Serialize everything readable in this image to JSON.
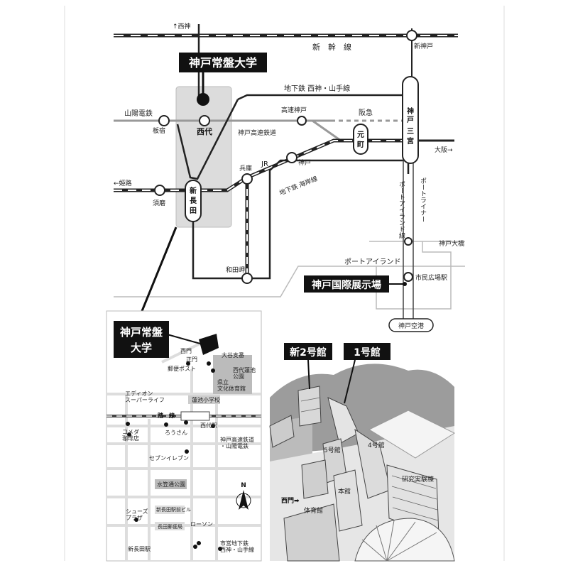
{
  "route_map": {
    "title_main": "神戸常盤大学",
    "title_expo": "神戸国際展示場",
    "stations": {
      "nishiyon_top": "↑西神",
      "shinkobe": "新神戸",
      "itayado": "板宿",
      "nishidai": "西代",
      "kosoku_kobe": "高速神戸",
      "sannomiya": "神戸三宮",
      "motomachi": "元町",
      "hyogo": "兵庫",
      "kobe": "神戸",
      "akashi": "←姫路",
      "suma": "須磨",
      "shinnagata": "新長田",
      "wadamisaki": "和田岬",
      "kobe_ohashi": "神戸大橋",
      "shimin_hiroba": "市民広場駅",
      "kobe_airport": "神戸空港",
      "osaka": "大阪→"
    },
    "lines": {
      "shinkansen": "新　幹　線",
      "subway_seishin": "地下鉄 西神・山手線",
      "sanyo": "山陽電鉄",
      "hankyu": "阪急",
      "kobe_kosoku": "神戸高速鉄道",
      "jr": "JR",
      "subway_kaigan": "地下鉄 海岸線",
      "portliner": "ポートライナー",
      "port_island_line": "ポートアイランド線",
      "port_island": "ポートアイランド"
    }
  },
  "local_map": {
    "title_line1": "神戸常盤",
    "title_line2": "大学",
    "labels": {
      "nishimon": "西門",
      "seimon": "正門",
      "ootanijinja": "大谷支番",
      "yubin": "郵便ポスト",
      "nishidai_park": "西代蓮池\n公園",
      "kenritsu": "県立\n文化体育館",
      "hasuike": "蓮池小学校",
      "edion": "エディオン\nスーパーライフ",
      "nishidai_sta": "西代駅",
      "kome": "コメダ\n珈琲店",
      "rousan": "ろうさん",
      "sevenel": "セブンイレブン",
      "kosoku_sanyo": "神戸高速鉄道\n・山陽電鉄",
      "mizukasa": "水笠通公園",
      "shoes": "シューズ\nプラザ",
      "nagata_bldg": "新長田駅前ビル",
      "nagata_post": "長田郵便局",
      "lawson": "ローソン",
      "shinnagata_sta": "新長田駅",
      "subway": "市営地下鉄\n西神・山手線",
      "north": "N",
      "rail_label": "踏　線"
    }
  },
  "campus": {
    "bld_new2": "新2号館",
    "bld_1": "1号館",
    "bld_5": "5号館",
    "bld_4": "4号館",
    "bld_main": "本館",
    "bld_research": "研究実験棟",
    "bld_gym": "体育館",
    "west_gate": "西門"
  }
}
